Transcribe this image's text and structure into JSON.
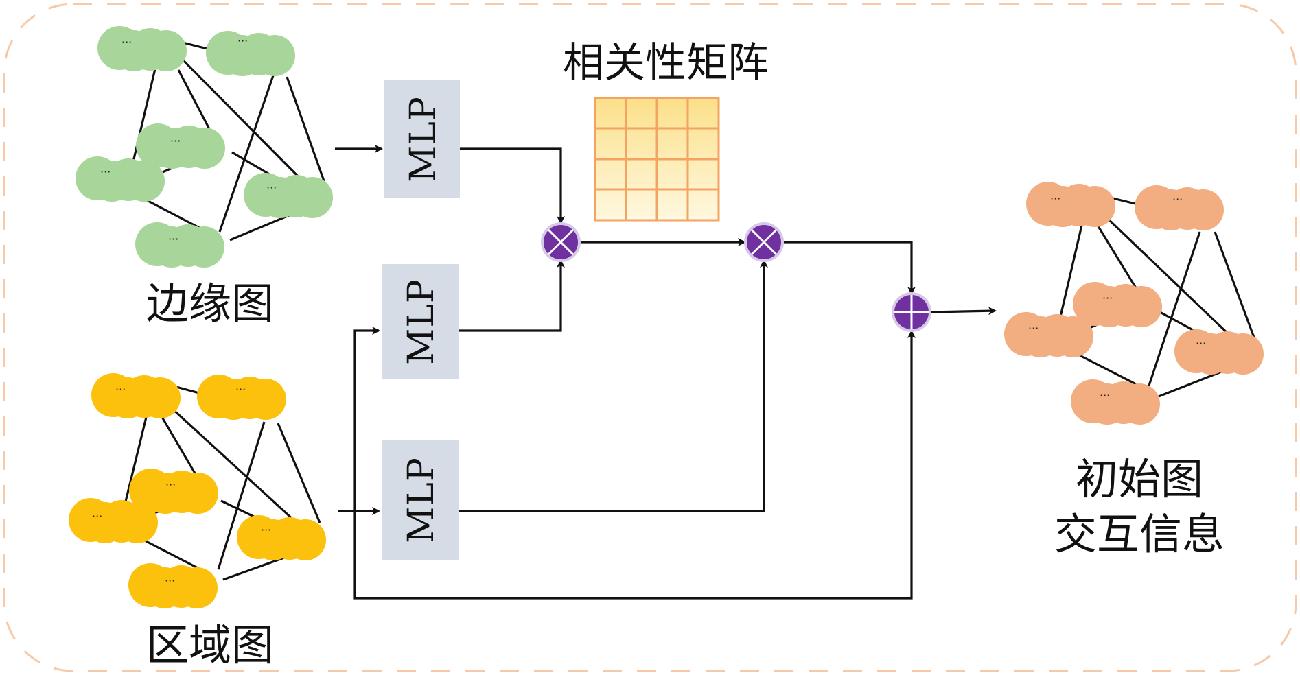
{
  "title_matrix": "相关性矩阵",
  "label_edge_graph": "边缘图",
  "label_region_graph": "区域图",
  "label_output_line1": "初始图",
  "label_output_line2": "交互信息",
  "mlp_top": "MLP",
  "mlp_middle": "MLP",
  "mlp_bottom": "MLP",
  "node_text": "···",
  "colors": {
    "edge_graph_node": "#a8d59a",
    "region_graph_node": "#fcc10c",
    "output_graph_node": "#f2ad80",
    "mlp_box": "#d6dce6",
    "operator": "#7030a0",
    "matrix_border": "#f4a460",
    "matrix_fill_top": "#fbe38a",
    "matrix_fill_bottom": "#fff6d6",
    "frame_dash": "#f6c9a8"
  },
  "operators": [
    "multiply-icon",
    "multiply-icon",
    "plus-icon"
  ]
}
